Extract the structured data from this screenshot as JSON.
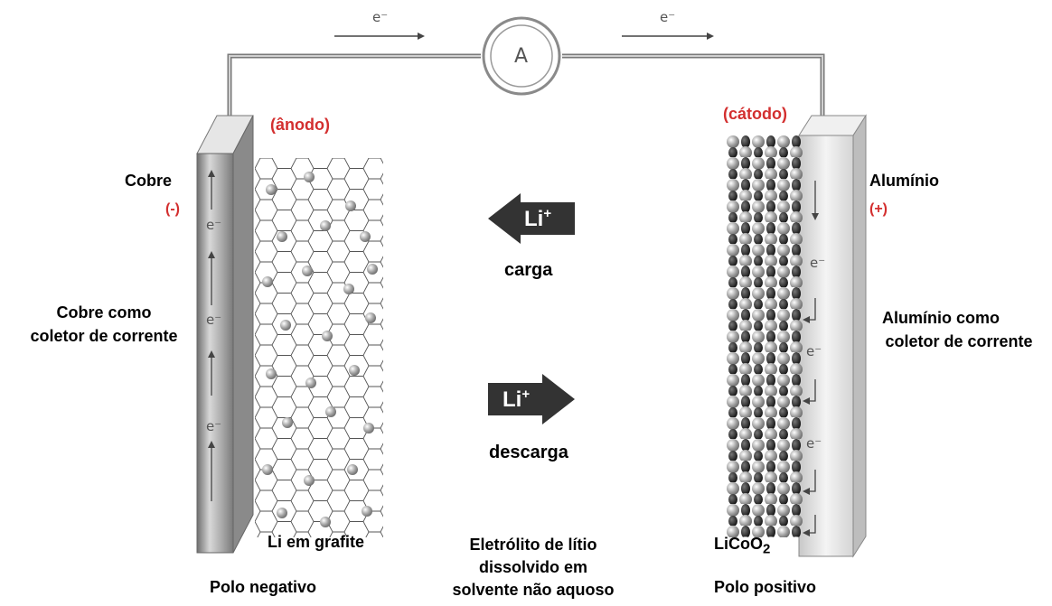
{
  "top": {
    "electron_left": "e⁻",
    "electron_right": "e⁻",
    "ammeter": "A"
  },
  "anode": {
    "role": "(ânodo)",
    "metal": "Cobre",
    "sign": "(-)",
    "collector_line1": "Cobre como",
    "collector_line2": "coletor de corrente",
    "material": "Li em grafite",
    "pole": "Polo negativo",
    "electron_labels": [
      "e⁻",
      "e⁻",
      "e⁻"
    ]
  },
  "cathode": {
    "role": "(cátodo)",
    "metal": "Alumínio",
    "sign": "(+)",
    "collector_line1": "Alumínio como",
    "collector_line2": "coletor de corrente",
    "material": "LiCoO",
    "material_sub": "2",
    "pole": "Polo positivo",
    "electron_labels": [
      "e⁻",
      "e⁻",
      "e⁻"
    ]
  },
  "ion": {
    "symbol": "Li",
    "charge": "+",
    "charge_label": "carga",
    "discharge_label": "descarga"
  },
  "electrolyte": {
    "line1": "Eletrólito de lítio",
    "line2": "dissolvido em",
    "line3": "solvente não aquoso"
  },
  "colors": {
    "anion_red": "#d32f2f",
    "arrow_fill": "#333333",
    "plate_grey": "#b0b0b0"
  }
}
